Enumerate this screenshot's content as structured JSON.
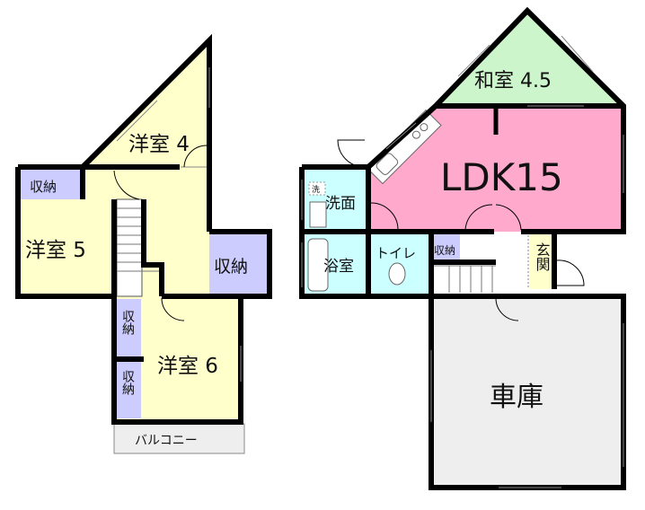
{
  "floor2": {
    "rooms": {
      "western4": "洋室 4",
      "western5": "洋室 5",
      "western6": "洋室 6",
      "storage_top_left": "収納",
      "storage_right": "収納",
      "storage_lower1": "収納",
      "storage_lower2": "収納",
      "balcony": "バルコニー"
    }
  },
  "floor1": {
    "rooms": {
      "japanese": "和室 4.5",
      "ldk": "LDK15",
      "washroom": "洗面",
      "washer_mark": "洗",
      "bath": "浴室",
      "toilet": "トイレ",
      "storage": "収納",
      "entrance": "玄関",
      "garage": "車庫"
    }
  },
  "colors": {
    "western": "#ffffcc",
    "storage": "#ccccff",
    "japanese": "#ccf5cc",
    "ldk": "#ffaacc",
    "wet": "#ccffff",
    "entrance": "#ffffcc",
    "garage": "#eeeeee",
    "balcony": "#eeeeee"
  }
}
